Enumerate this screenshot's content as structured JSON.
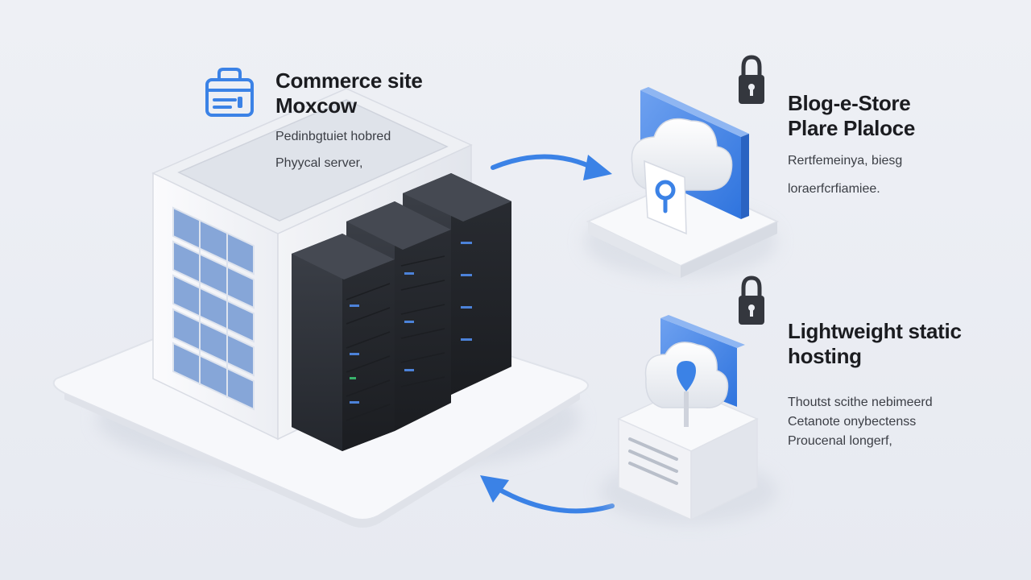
{
  "nodes": {
    "commerce": {
      "title_line1": "Commerce site",
      "title_line2": "Moxcow",
      "desc_line1": "Pedinbgtuiet hobred",
      "desc_line2": "Phyycal server,",
      "icon": "lock-box-icon"
    },
    "blog_store": {
      "title_line1": "Blog-e-Store",
      "title_line2": "Plare Plaloce",
      "desc_line1": "Rertfemeinya, biesg",
      "desc_line2": "loraerfcrfiamiee.",
      "icon": "padlock-icon"
    },
    "static_hosting": {
      "title_line1": "Lightweight static",
      "title_line2": "hosting",
      "desc_line1": "Thoutst scithe nebimeerd",
      "desc_line2": "Cetanote onybectenss",
      "desc_line3": "Proucenal longerf,",
      "icon": "padlock-icon"
    }
  },
  "colors": {
    "accent_blue": "#3b82e6",
    "server_dark": "#2e3138",
    "building_white": "#f6f7fa",
    "building_window": "#7ea0d6",
    "background": "#eceef3"
  }
}
